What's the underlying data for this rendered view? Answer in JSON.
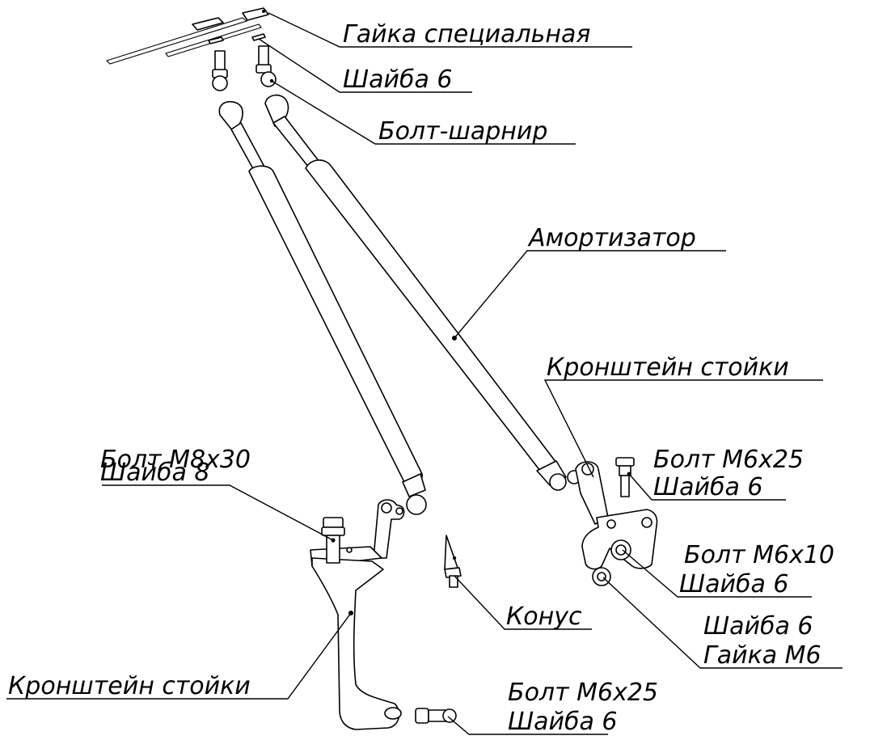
{
  "labels": {
    "gaika_special": "Гайка специальная",
    "shaiba6_top": "Шайба 6",
    "bolt_sharnir": "Болт-шарнир",
    "amortizator": "Амортизатор",
    "kronshtein_right": "Кронштейн стойки",
    "bolt_m8x30": "Болт М8х30",
    "shaiba8": "Шайба 8",
    "bolt_m6x25_right": "Болт М6х25",
    "shaiba6_right": "Шайба 6",
    "bolt_m6x10": "Болт М6х10",
    "shaiba6_mid": "Шайба 6",
    "shaiba6_mid2": "Шайба 6",
    "gaika_m6": "Гайка М6",
    "konus": "Конус",
    "kronshtein_left": "Кронштейн стойки",
    "bolt_m6x25_bottom": "Болт М6х25",
    "shaiba6_bottom": "Шайба 6"
  }
}
